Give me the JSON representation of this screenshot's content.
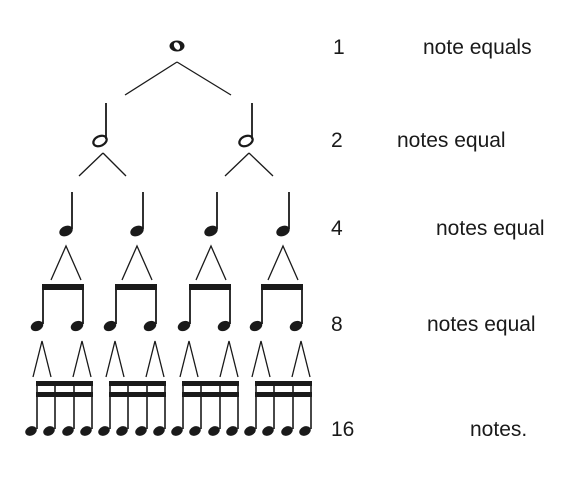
{
  "rows": [
    {
      "count": "1",
      "text": "note equals"
    },
    {
      "count": "2",
      "text": "notes equal"
    },
    {
      "count": "4",
      "text": "notes equal"
    },
    {
      "count": "8",
      "text": "notes equal"
    },
    {
      "count": "16",
      "text": "notes."
    }
  ],
  "notes": {
    "whole": "whole-note-icon",
    "half": "half-note-icon",
    "quarter": "quarter-note-icon",
    "eighth": "eighth-note-icon",
    "sixteenth": "sixteenth-note-icon"
  },
  "colors": {
    "ink": "#1a1a1a",
    "background": "#ffffff"
  }
}
